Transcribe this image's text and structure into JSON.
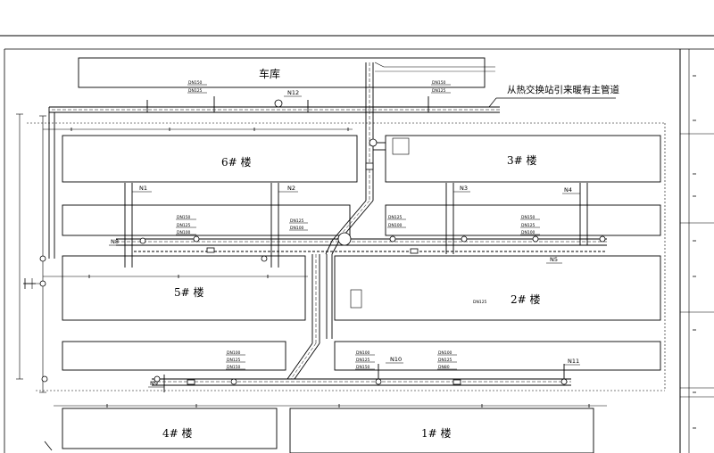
{
  "buildings": {
    "garage": "车库",
    "b6": "6# 楼",
    "b3": "3# 楼",
    "b5": "5# 楼",
    "b2": "2# 楼",
    "b4": "4# 楼",
    "b1": "1# 楼"
  },
  "main_pipe_note": "从热交换站引来暖有主管道",
  "nodes": {
    "n1": "N1",
    "n2": "N2",
    "n3": "N3",
    "n4": "N4",
    "n5": "N5",
    "n8": "N8",
    "n9": "N9",
    "n10": "N10",
    "n11": "N11",
    "n12": "N12"
  },
  "pipe_tags": {
    "a": "DN150",
    "b": "DN125",
    "c": "DN100",
    "d": "DN80"
  },
  "colors": {
    "line": "#000000",
    "background": "#ffffff"
  }
}
